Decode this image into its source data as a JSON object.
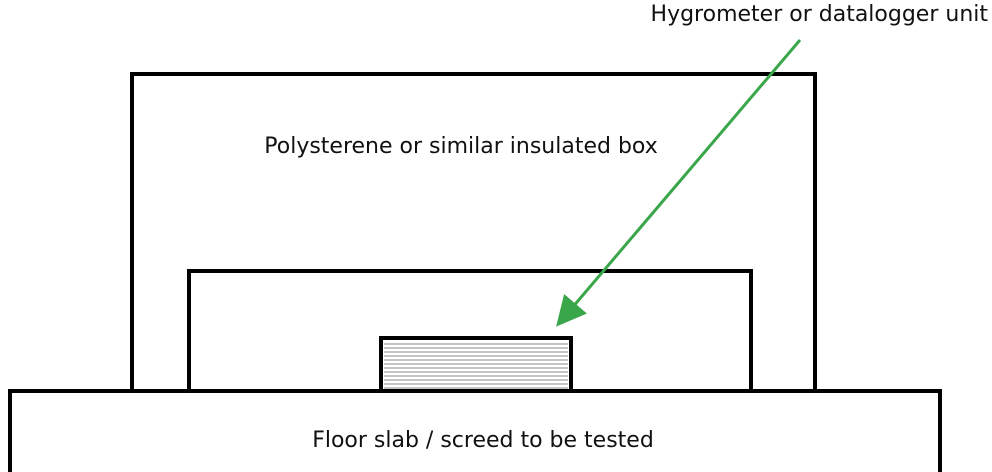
{
  "labels": {
    "callout": "Hygrometer or datalogger unit",
    "outer_box": "Polysterene or similar insulated box",
    "slab": "Floor slab / screed to be tested"
  },
  "colors": {
    "stroke": "#000000",
    "arrow": "#3aa64a",
    "background": "#ffffff",
    "text": "#111111"
  }
}
